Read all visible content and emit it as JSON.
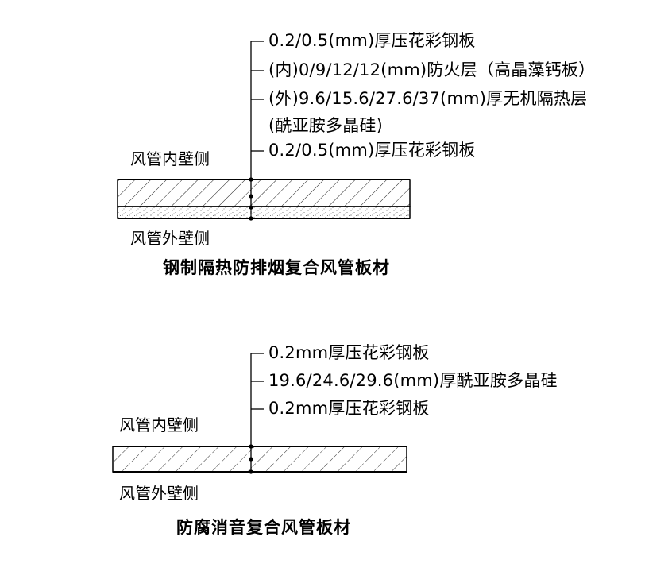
{
  "colors": {
    "ink": "#000000",
    "background": "#ffffff",
    "stipple": "#555555"
  },
  "diagram1": {
    "leaders": [
      "0.2/0.5(mm)厚压花彩钢板",
      "(内)0/9/12/12(mm)防火层（高晶藻钙板）",
      "(外)9.6/15.6/27.6/37(mm)厚无机隔热层",
      "(酰亚胺多晶硅)",
      "0.2/0.5(mm)厚压花彩钢板"
    ],
    "inner_side_label": "风管内壁侧",
    "outer_side_label": "风管外壁侧",
    "title": "钢制隔热防排烟复合风管板材"
  },
  "diagram2": {
    "leaders": [
      "0.2mm厚压花彩钢板",
      "19.6/24.6/29.6(mm)厚酰亚胺多晶硅",
      "0.2mm厚压花彩钢板"
    ],
    "inner_side_label": "风管内壁侧",
    "outer_side_label": "风管外壁侧",
    "title": "防腐消音复合风管板材"
  }
}
